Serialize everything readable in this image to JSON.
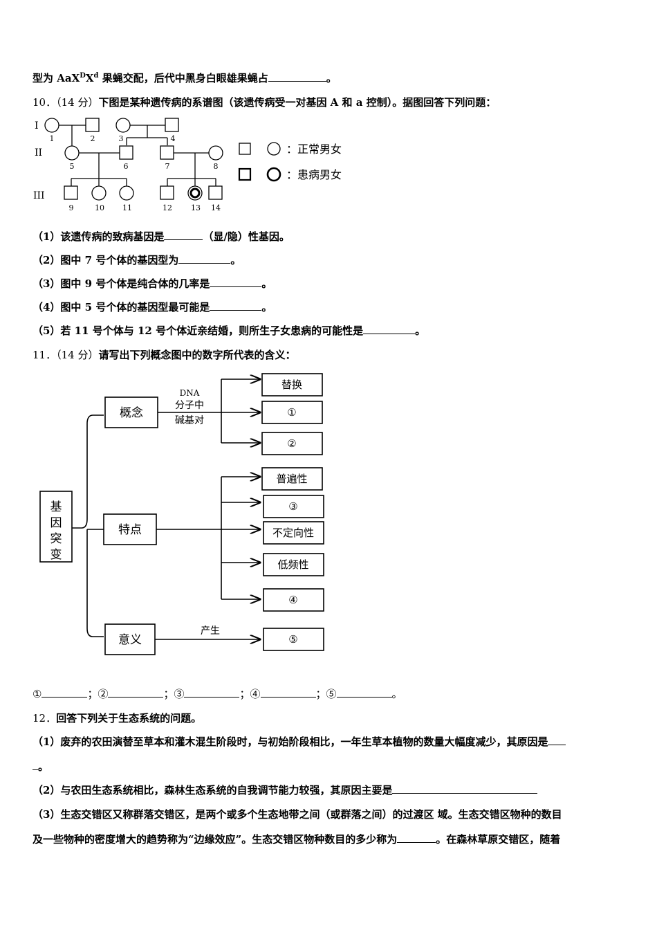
{
  "q9_tail": {
    "prefix": "型为 AaX",
    "sup1": "D",
    "mid": "X",
    "sup2": "d",
    "suffix": " 果蝇交配，后代中黑身白眼雄果蝇占",
    "end": "。"
  },
  "q10": {
    "number": "10．（14 分）",
    "stem": "下图是某种遗传病的系谱图（该遗传病受一对基因 A 和 a 控制）。据图回答下列问题：",
    "pedigree": {
      "gen_labels": [
        "I",
        "II",
        "III"
      ],
      "numbers": [
        "1",
        "2",
        "3",
        "4",
        "5",
        "6",
        "7",
        "8",
        "9",
        "10",
        "11",
        "12",
        "13",
        "14"
      ],
      "legend_normal": "：正常男女",
      "legend_affected": "：患病男女"
    },
    "q1": "（1）该遗传病的致病基因是",
    "q1_end": "（显/隐）性基因。",
    "q2": "（2）图中 7 号个体的基因型为",
    "q2_end": "。",
    "q3": "（3）图中 9 号个体是纯合体的几率是",
    "q3_end": "。",
    "q4": "（4）图中 5 号个体的基因型最可能是",
    "q4_end": "。",
    "q5": "（5）若 11 号个体与 12 号个体近亲结婚，则所生子女患病的可能性是",
    "q5_end": "。"
  },
  "q11": {
    "number": "11．（14 分）",
    "stem": "请写出下列概念图中的数字所代表的含义：",
    "diagram": {
      "root": [
        "基",
        "因",
        "突",
        "变"
      ],
      "concept": "概念",
      "feature": "特点",
      "meaning": "意义",
      "concept_label": [
        "DNA",
        "分子中",
        "碱基对"
      ],
      "meaning_label": "产生",
      "concept_items": [
        "替换",
        "①",
        "②"
      ],
      "feature_items": [
        "普遍性",
        "③",
        "不定向性",
        "低频性",
        "④"
      ],
      "meaning_items": [
        "⑤"
      ]
    },
    "answers": [
      "①",
      "；②",
      "；③",
      "；④",
      "；⑤"
    ],
    "answers_end": "。"
  },
  "q12": {
    "number": "12．",
    "stem": "回答下列关于生态系统的问题。",
    "q1": "（1）废弃的农田演替至草本和灌木混生阶段时，与初始阶段相比，一年生草本植物的数量大幅度减少，其原因是",
    "q1_cont_end": "。",
    "q2": "（2）与农田生态系统相比，森林生态系统的自我调节能力较强，其原因主要是",
    "q3_line1": "（3）生态交错区又称群落交错区，是两个或多个生态地带之间（或群落之间）的过渡区 域。生态交错区物种的数目",
    "q3_line2": "及一些物种的密度增大的趋势称为“边缘效应”。生态交错区物种数目的多少称为",
    "q3_line2_end": "。在森林草原交错区，随着"
  }
}
